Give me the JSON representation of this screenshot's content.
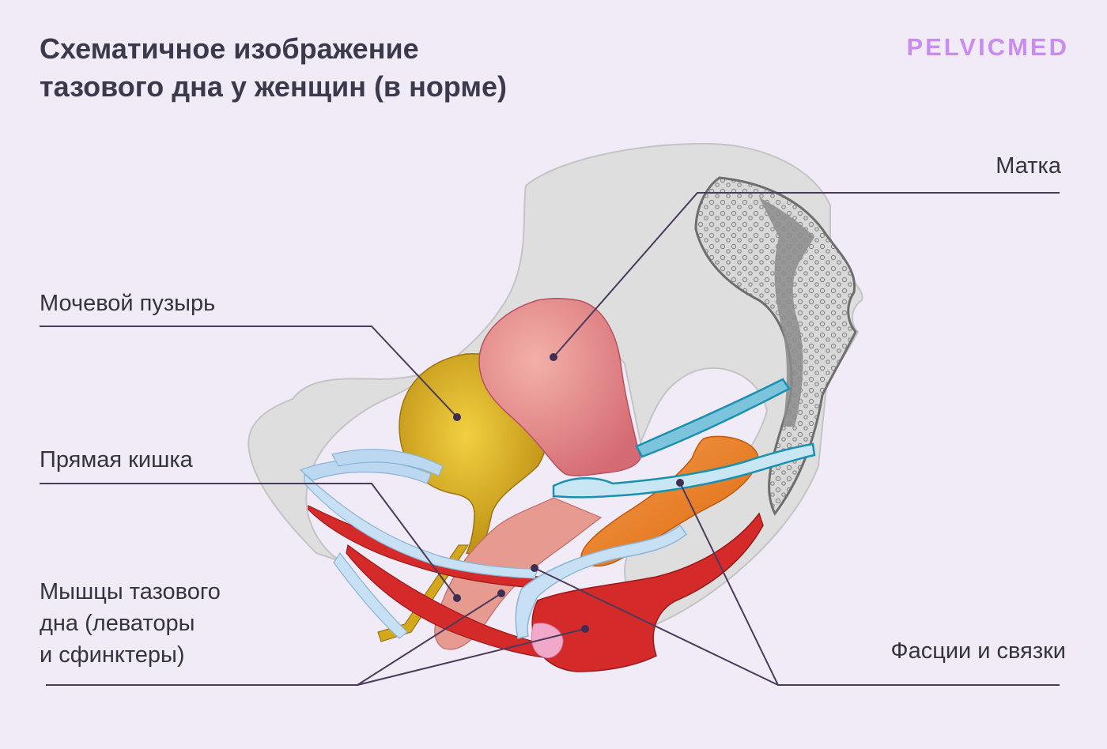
{
  "header": {
    "title_line1": "Схематичное изображение",
    "title_line2": "тазового дна у женщин (в норме)",
    "brand": "PELVICMED"
  },
  "labels": {
    "uterus": "Матка",
    "bladder": "Мочевой пузырь",
    "rectum": "Прямая кишка",
    "muscles_line1": "Мышцы тазового",
    "muscles_line2": "дна (леваторы",
    "muscles_line3": "и сфинктеры)",
    "fascia": "Фасции и связки"
  },
  "colors": {
    "background": "#f1ebf8",
    "bone": "#dcdcdc",
    "bladder": "#d4a81c",
    "uterus": "#e48a8a",
    "rectum": "#e8906e",
    "muscle": "#d42a2a",
    "fascia": "#b8d6ee",
    "ligament": "#1a90b0",
    "brand": "#c98df0",
    "leader_line": "#4a3a5c"
  }
}
